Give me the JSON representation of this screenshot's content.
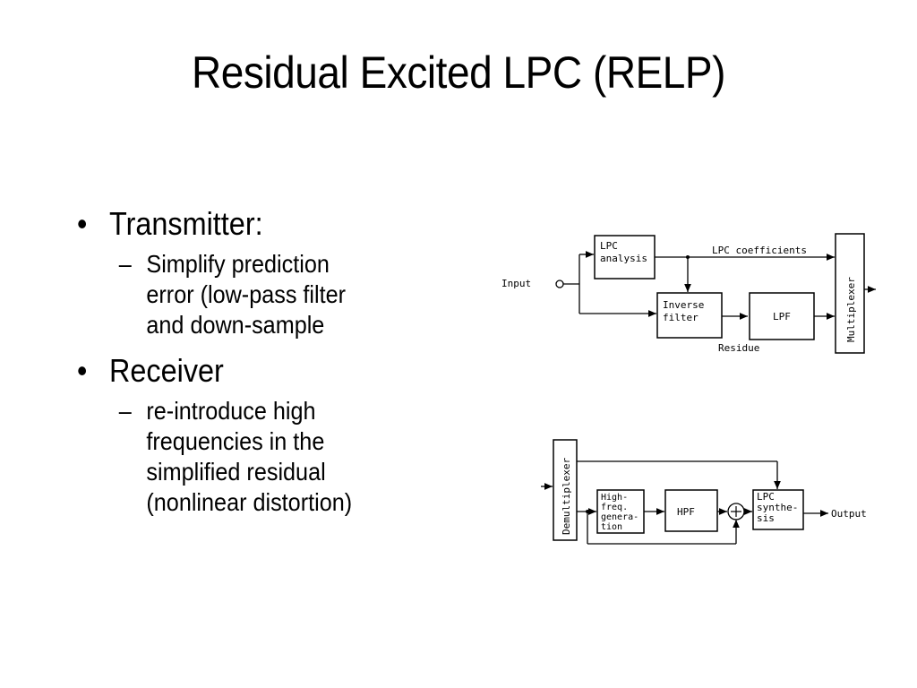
{
  "slide": {
    "title": "Residual Excited LPC (RELP)",
    "bullets": [
      {
        "label": "Transmitter:",
        "sub": [
          "Simplify prediction",
          "error (low-pass filter",
          "and down-sample"
        ]
      },
      {
        "label": "Receiver",
        "sub": [
          "re-introduce high",
          "frequencies in the",
          "simplified residual",
          "(nonlinear distortion)"
        ]
      }
    ],
    "bullet_glyph": "•",
    "dash_glyph": "–"
  },
  "diagram_tx": {
    "input": "Input",
    "lpc_analysis": [
      "LPC",
      "analysis"
    ],
    "lpc_coefficients": "LPC coefficients",
    "inverse_filter": [
      "Inverse",
      "filter"
    ],
    "lpf": "LPF",
    "residue": "Residue",
    "multiplexer": "Multiplexer"
  },
  "diagram_rx": {
    "demultiplexer": "Demultiplexer",
    "hfg": [
      "High-",
      "freq.",
      "genera-",
      "tion"
    ],
    "hpf": "HPF",
    "lpc_synthesis": [
      "LPC",
      "synthe-",
      "sis"
    ],
    "output": "Output"
  }
}
